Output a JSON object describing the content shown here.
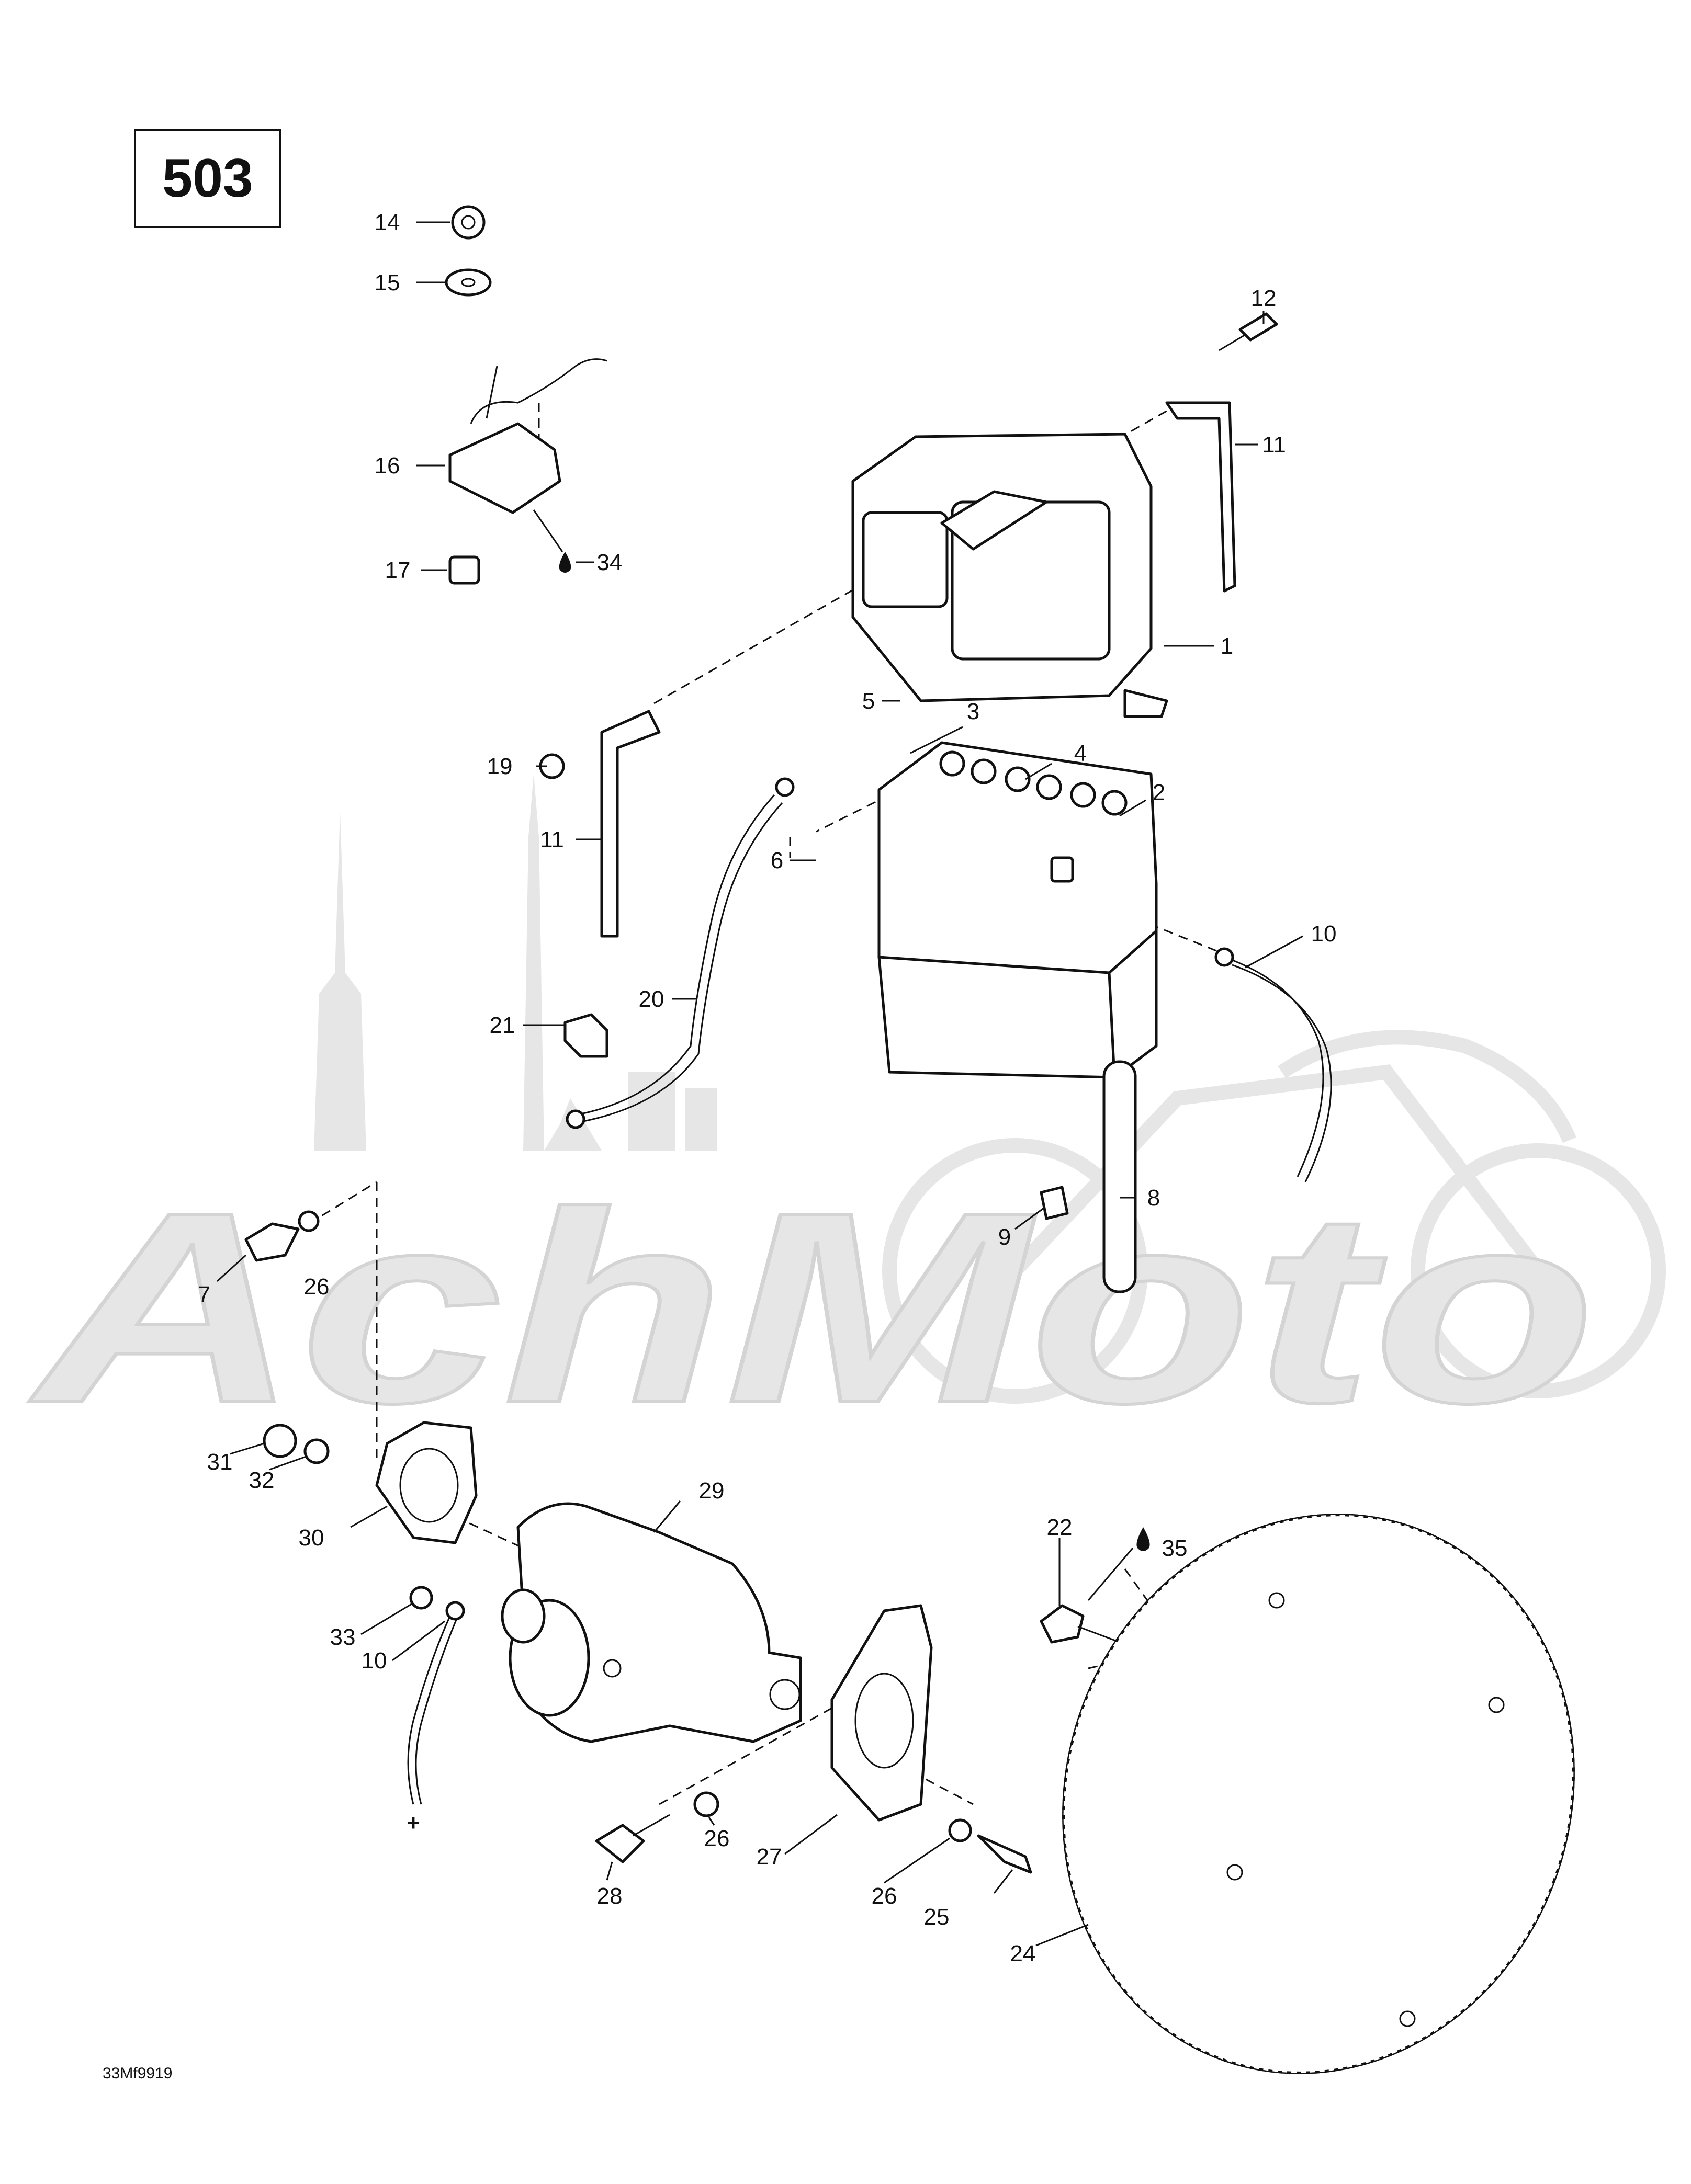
{
  "diagram_number": "503",
  "figure_code": "33Mf9919",
  "watermark": {
    "text": "AchMoto",
    "color": "#e6e6e6"
  },
  "callouts": {
    "c1": "1",
    "c2": "2",
    "c3": "3",
    "c4": "4",
    "c5": "5",
    "c6": "6",
    "c7": "7",
    "c8": "8",
    "c9": "9",
    "c10a": "10",
    "c10b": "10",
    "c11a": "11",
    "c11b": "11",
    "c12": "12",
    "c14": "14",
    "c15": "15",
    "c16": "16",
    "c17": "17",
    "c19": "19",
    "c20": "20",
    "c21": "21",
    "c22": "22",
    "c24": "24",
    "c25": "25",
    "c26a": "26",
    "c26b": "26",
    "c26c": "26",
    "c27": "27",
    "c28": "28",
    "c29": "29",
    "c30": "30",
    "c31": "31",
    "c32": "32",
    "c33": "33",
    "c34": "34",
    "c35": "35"
  },
  "symbols": {
    "plus": "+"
  }
}
